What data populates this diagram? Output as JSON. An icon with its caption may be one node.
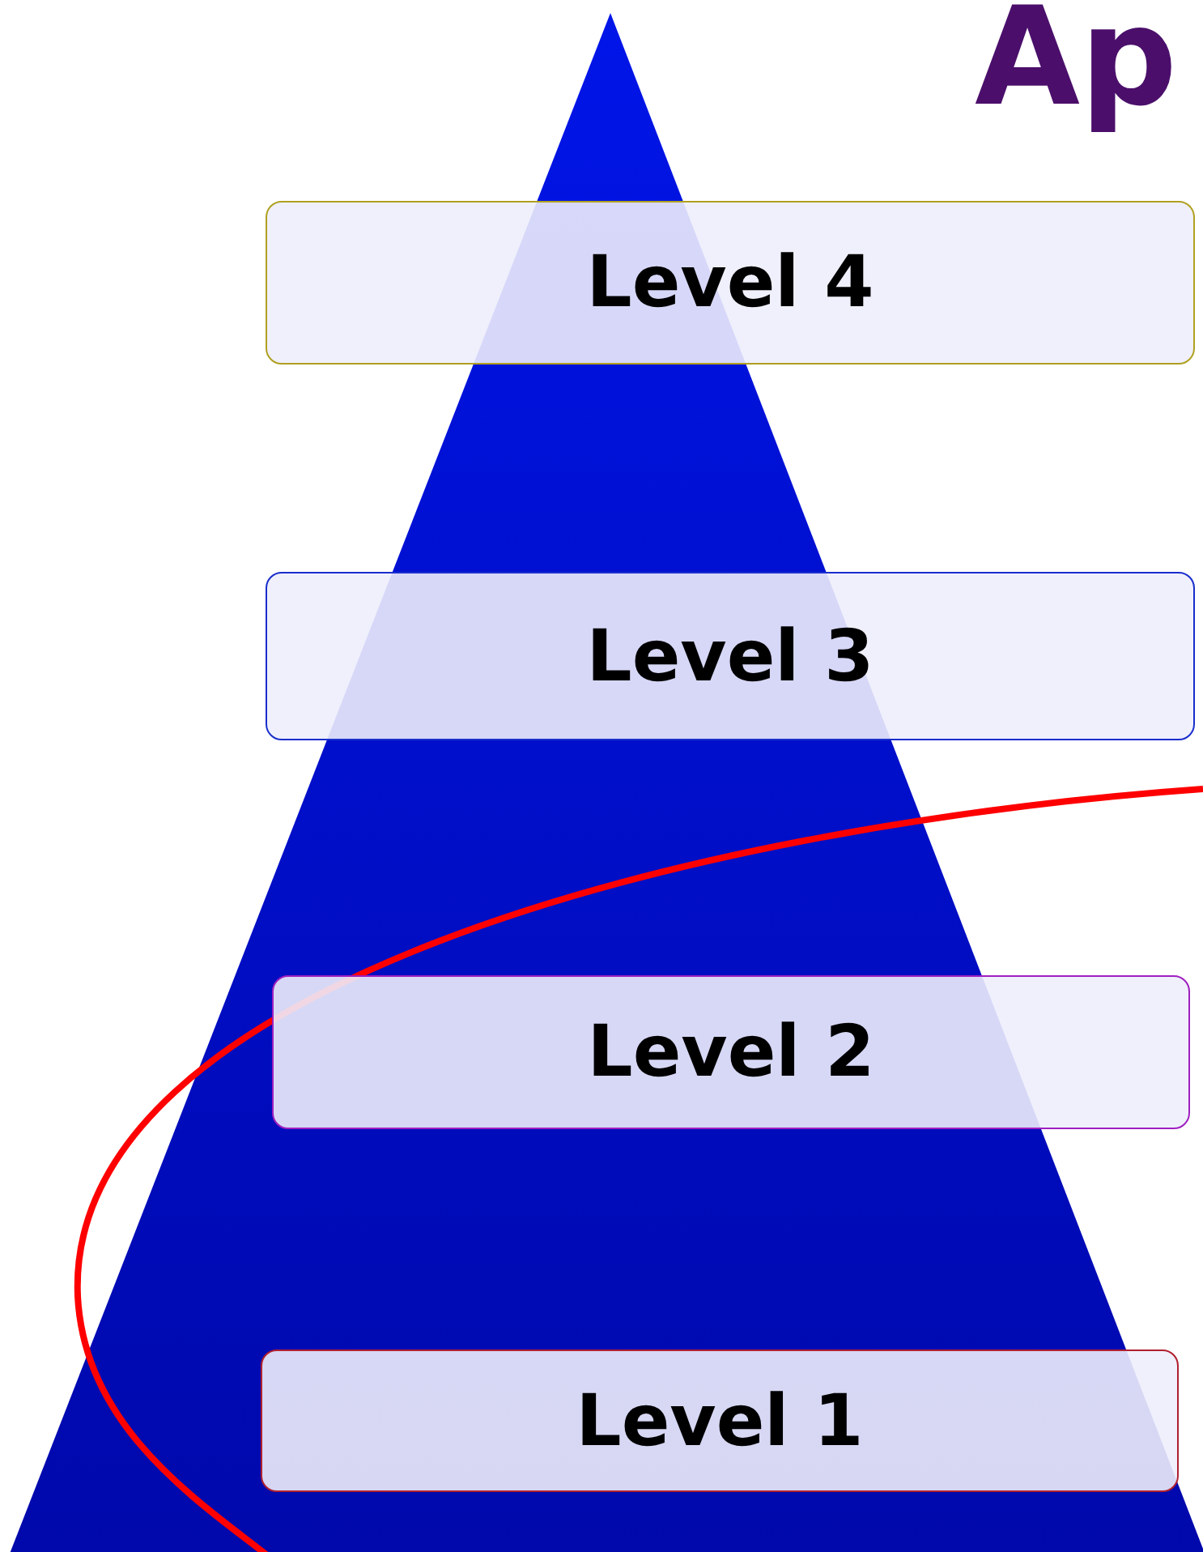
{
  "diagram": {
    "title": "Ap",
    "nodes": [
      {
        "text": [
          "Level 4"
        ]
      },
      {
        "text": [
          "Level 3"
        ]
      },
      {
        "text": [
          "Level 2"
        ]
      },
      {
        "text": [
          "Level 1"
        ]
      }
    ],
    "edges": []
  }
}
